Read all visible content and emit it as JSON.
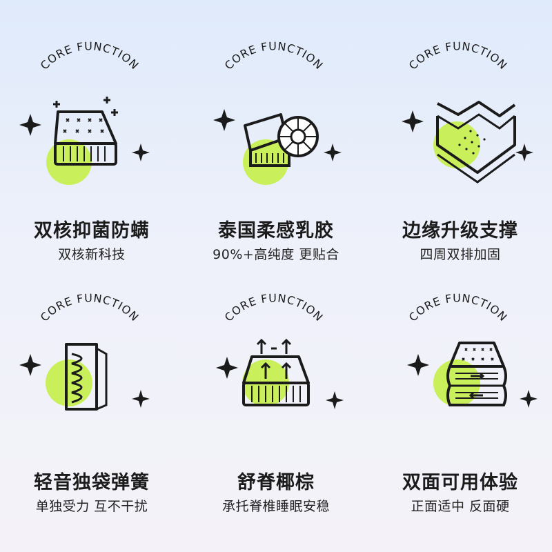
{
  "accent_color": "#c9f05a",
  "arc_label": "CORE FUNCTION",
  "features": [
    {
      "title": "双核抑菌防螨",
      "subtitle": "双核新科技",
      "icon": "mattress-sparkle-icon"
    },
    {
      "title": "泰国柔感乳胶",
      "subtitle": "90%+高纯度 更贴合",
      "icon": "latex-roll-icon"
    },
    {
      "title": "边缘升级支撑",
      "subtitle": "四周双排加固",
      "icon": "edge-support-icon"
    },
    {
      "title": "轻音独袋弹簧",
      "subtitle": "单独受力 互不干扰",
      "icon": "pocket-spring-icon"
    },
    {
      "title": "舒脊椰棕",
      "subtitle": "承托脊椎睡眠安稳",
      "icon": "coir-support-icon"
    },
    {
      "title": "双面可用体验",
      "subtitle": "正面适中 反面硬",
      "icon": "double-sided-icon"
    }
  ]
}
